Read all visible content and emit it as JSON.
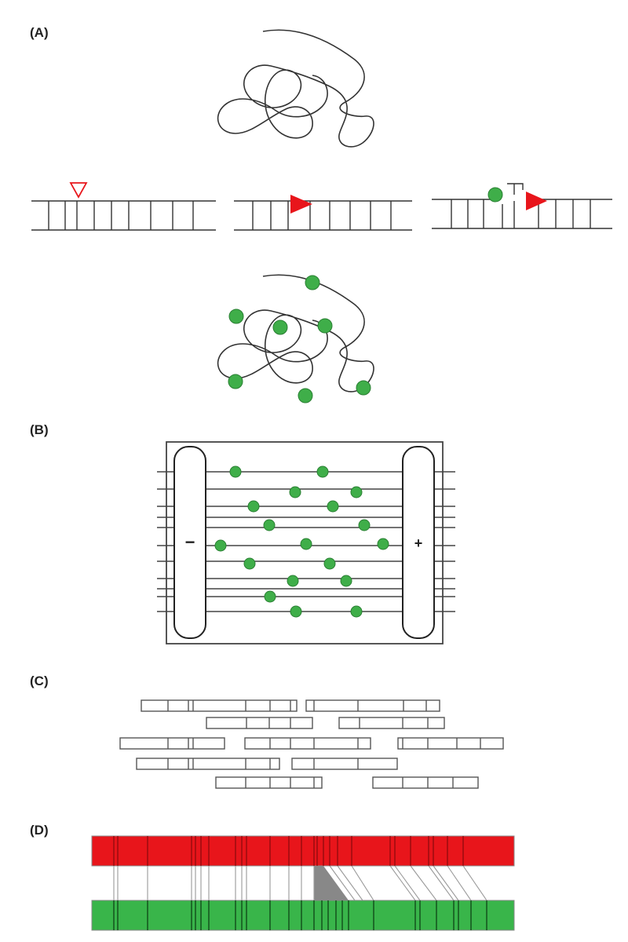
{
  "panels": {
    "a": {
      "label": "(A)"
    },
    "b": {
      "label": "(B)",
      "negative_sign": "−",
      "positive_sign": "+"
    },
    "c": {
      "label": "(C)"
    },
    "d": {
      "label": "(D)"
    }
  },
  "colors": {
    "line": "#333333",
    "enzyme_red": "#e8151b",
    "probe_green": "#3fae49",
    "probe_green_dark": "#2a7f33",
    "map_red": "#e8151b",
    "map_green": "#39b54a",
    "gel_border": "#444444"
  },
  "icons": {
    "nicking_site": "open-red-triangle",
    "nicking_enzyme": "filled-red-triangle",
    "fluorescent_label": "green-circle"
  }
}
